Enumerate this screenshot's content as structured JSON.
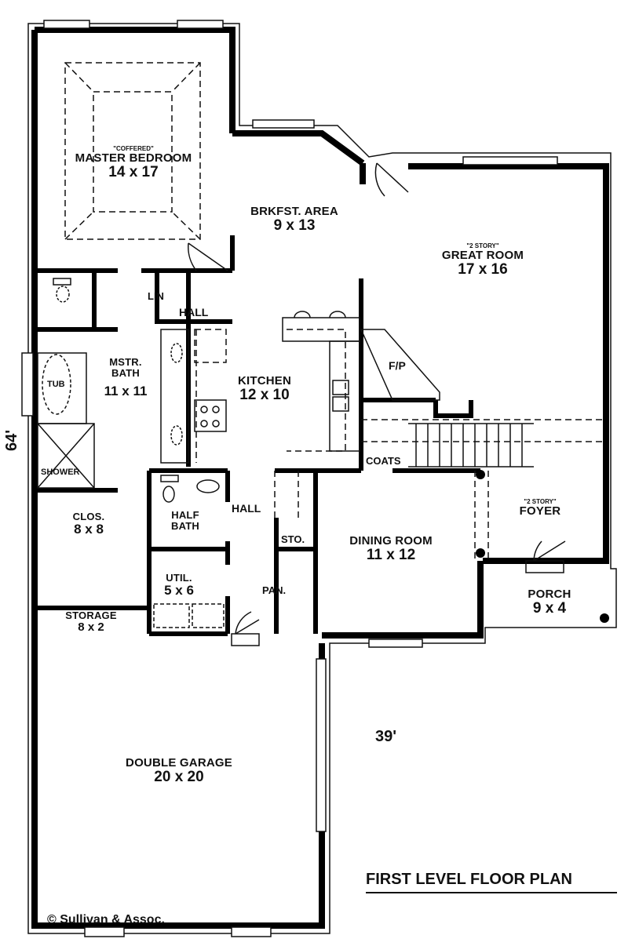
{
  "title": "FIRST LEVEL FLOOR PLAN",
  "copyright": "© Sullivan & Assoc.",
  "dimensions": {
    "depth": "64'",
    "width": "39'"
  },
  "rooms": {
    "master_bedroom": {
      "note": "\"COFFERED\"",
      "name": "MASTER BEDROOM",
      "size": "14 x 17"
    },
    "breakfast_area": {
      "name": "BRKFST. AREA",
      "size": "9 x 13"
    },
    "great_room": {
      "note": "\"2 STORY\"",
      "name": "GREAT ROOM",
      "size": "17 x 16"
    },
    "master_bath": {
      "name": "MSTR.",
      "name2": "BATH",
      "size": "11 x 11"
    },
    "kitchen": {
      "name": "KITCHEN",
      "size": "12 x 10"
    },
    "closet": {
      "name": "CLOS.",
      "size": "8 x 8"
    },
    "half_bath": {
      "name": "HALF",
      "name2": "BATH"
    },
    "utility": {
      "name": "UTIL.",
      "size": "5 x 6"
    },
    "storage": {
      "name": "STORAGE",
      "size": "8 x 2"
    },
    "dining_room": {
      "name": "DINING ROOM",
      "size": "11 x 12"
    },
    "foyer": {
      "note": "\"2 STORY\"",
      "name": "FOYER"
    },
    "porch": {
      "name": "PORCH",
      "size": "9 x 4"
    },
    "garage": {
      "name": "DOUBLE GARAGE",
      "size": "20 x 20"
    }
  },
  "fixtures": {
    "linen": "LIN",
    "hall_upper": "HALL",
    "hall_lower": "HALL",
    "tub": "TUB",
    "shower": "SHOWER",
    "fireplace": "F/P",
    "coats": "COATS",
    "storage_closet": "STO.",
    "pantry": "PAN."
  }
}
